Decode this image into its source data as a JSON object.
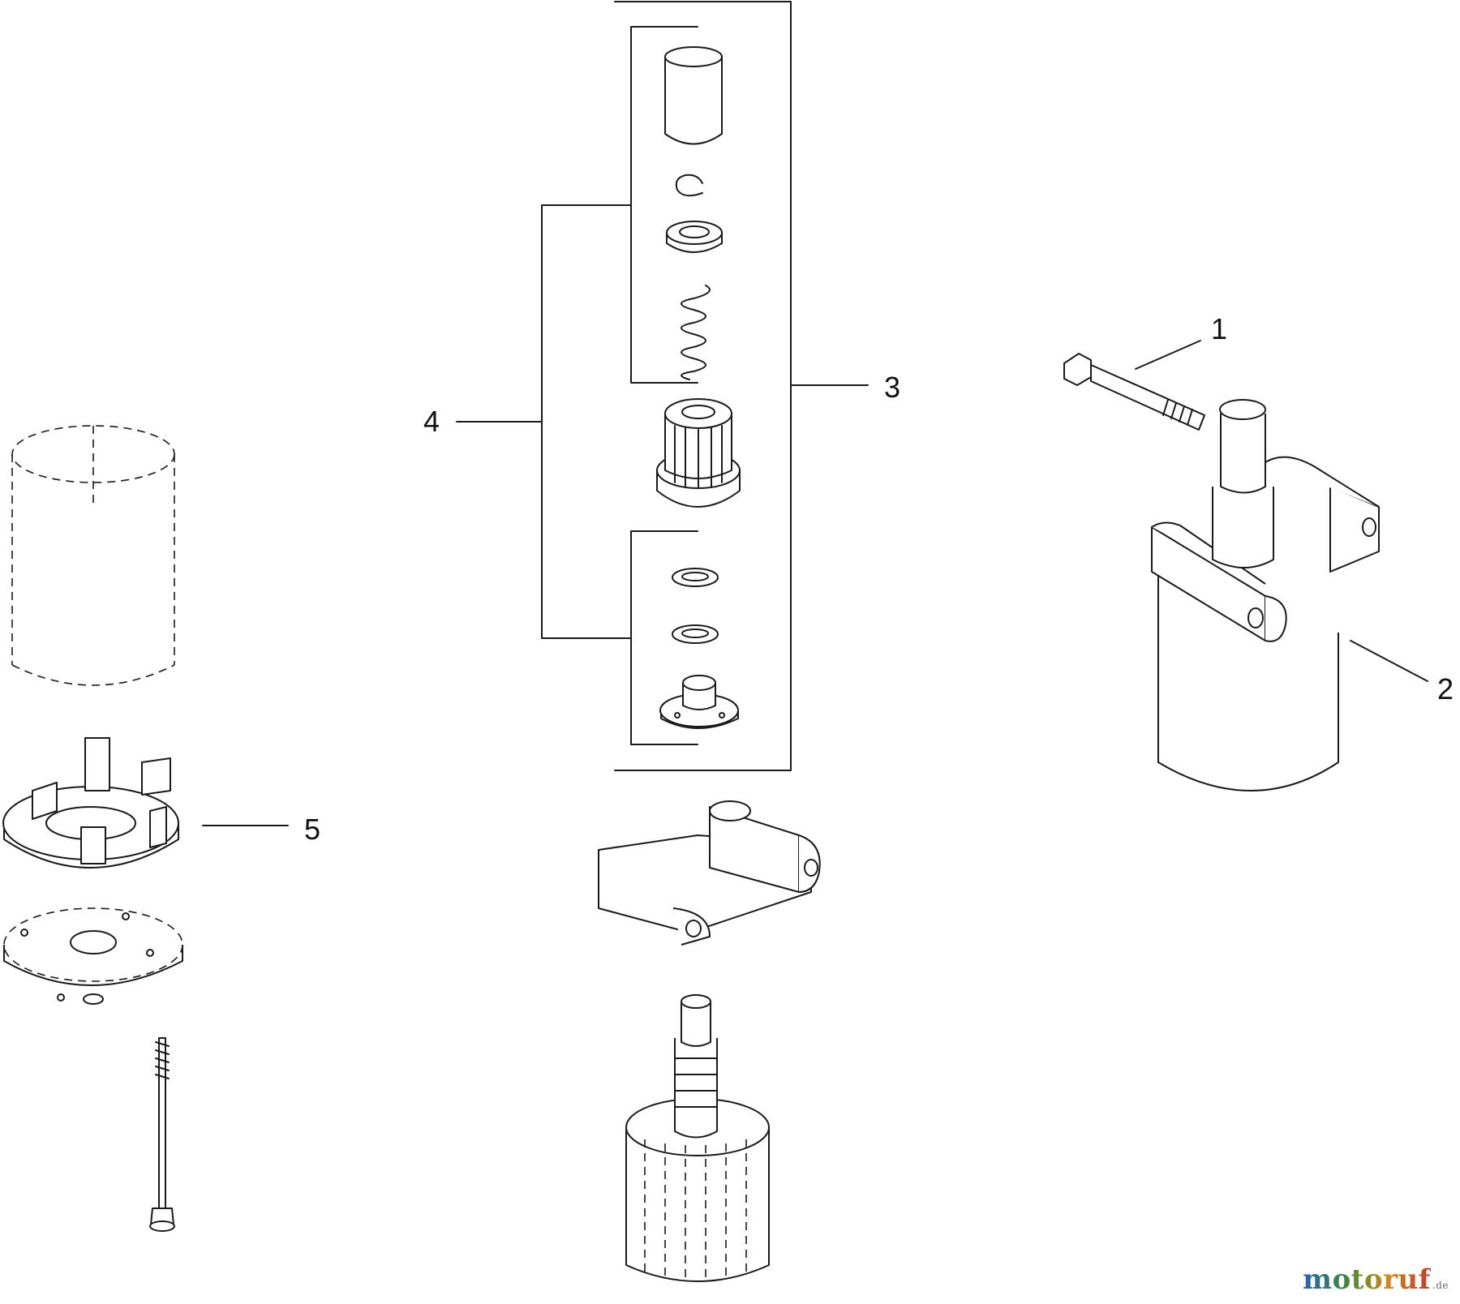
{
  "callouts": [
    {
      "id": "1",
      "label": "1"
    },
    {
      "id": "2",
      "label": "2"
    },
    {
      "id": "3",
      "label": "3"
    },
    {
      "id": "4",
      "label": "4"
    },
    {
      "id": "5",
      "label": "5"
    }
  ],
  "watermark": {
    "text": "motoruf",
    "tld": ".de"
  },
  "colors": {
    "line": "#1a1a1a",
    "background": "#ffffff"
  }
}
